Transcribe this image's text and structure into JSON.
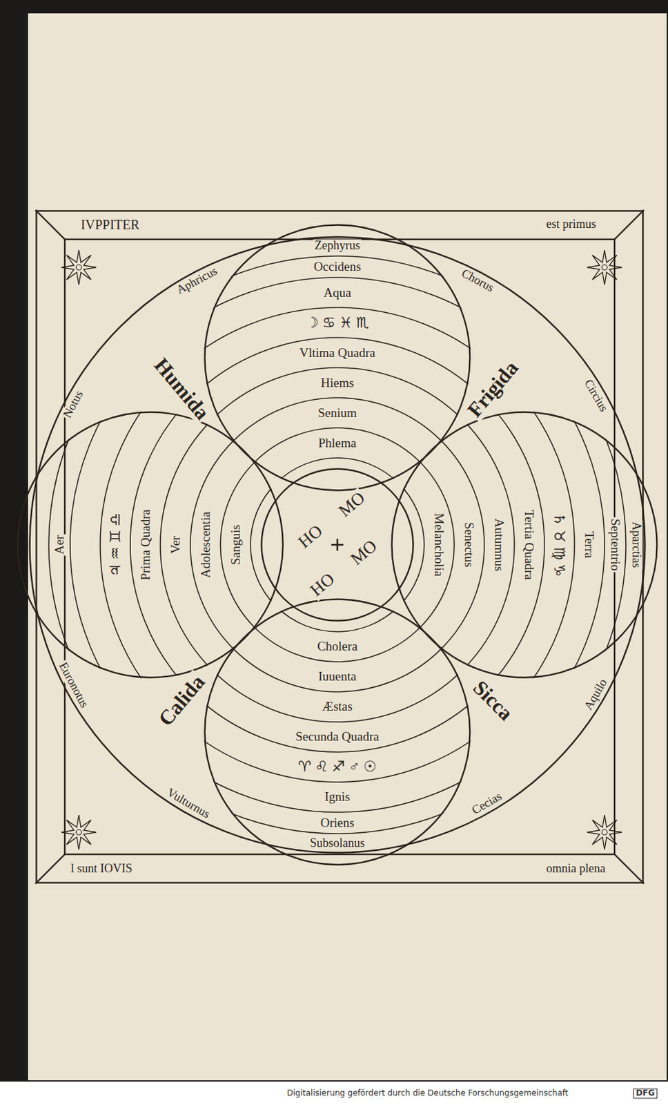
{
  "diagram": {
    "nodes": [
      {
        "text": [
          "IVPPITER",
          "est primus",
          "omnia plena",
          "l sunt IOVIS"
        ]
      },
      {
        "text": [
          "Zephyrus",
          "Aphricus",
          "Chorus",
          "Humida",
          "Frigida",
          "Notus",
          "Circius",
          "Aparctias",
          "Calida",
          "Sicca",
          "Euronotus",
          "Aquilo",
          "Vulturnus",
          "Cecias",
          "Subsolanus"
        ],
        "in": 0
      },
      {
        "text": [
          "Occidens",
          "Aqua",
          "☽ ♋ ♓ ♏",
          "Vltima Quadra",
          "Hiems",
          "Senium",
          "Phlema"
        ],
        "in": 1
      },
      {
        "text": [
          "Aer",
          "♃ ♒ ♊ ♎",
          "Prima Quadra",
          "Ver",
          "Adolescentia",
          "Sanguis"
        ],
        "in": 1
      },
      {
        "text": [
          "Melancholia",
          "Senectus",
          "Autumnus",
          "Tertia Quadra",
          "♄ ♉ ♍ ♑",
          "Terra",
          "Septentrio"
        ],
        "in": 1
      },
      {
        "text": [
          "Cholera",
          "Iuuenta",
          "Æstas",
          "Secunda Quadra",
          "♈ ♌ ♐ ♂ ☉",
          "Ignis",
          "Oriens"
        ],
        "in": 1
      },
      {
        "text": [
          "HO",
          "MO",
          "HO",
          "MO"
        ],
        "in": 1
      }
    ],
    "labels": [
      "Digitalisierung gefördert durch die Deutsche Forschungsgemeinschaft",
      "DFG"
    ]
  }
}
